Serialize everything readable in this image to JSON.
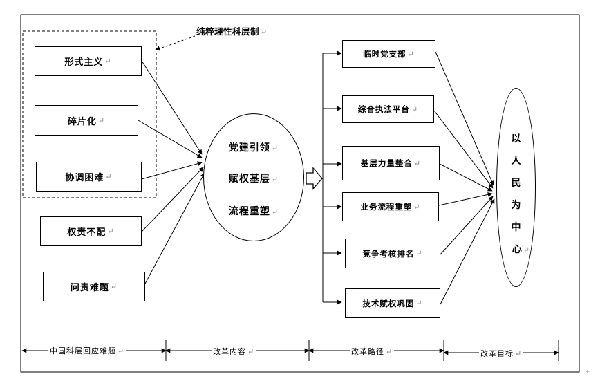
{
  "para_mark": "↵",
  "dashed_note": "纯粹理性科层制",
  "problems": [
    "形式主义",
    "碎片化",
    "协调困难",
    "权责不配",
    "问责难题"
  ],
  "content": [
    "党建引领",
    "赋权基层",
    "流程重塑"
  ],
  "paths": [
    "临时党支部",
    "综合执法平台",
    "基层力量整合",
    "业务流程重塑",
    "竞争考核排名",
    "技术赋权巩固"
  ],
  "goal": [
    "以",
    "人",
    "民",
    "为",
    "中",
    "心"
  ],
  "sections": [
    "中国科层回应难题",
    "改革内容",
    "改革路径",
    "改革目标"
  ]
}
